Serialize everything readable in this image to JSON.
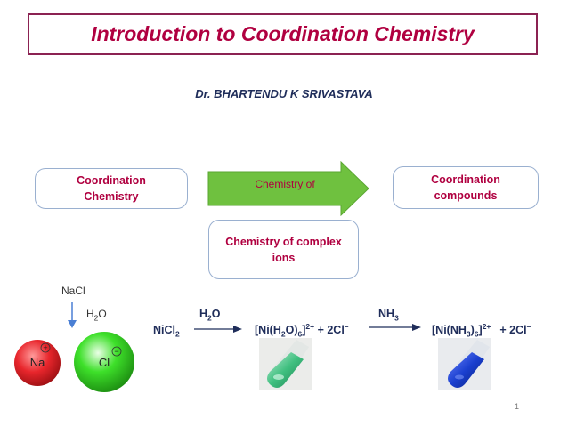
{
  "title": "Introduction to Coordination Chemistry",
  "author": "Dr. BHARTENDU K SRIVASTAVA",
  "boxes": {
    "left": [
      "Coordination",
      "Chemistry"
    ],
    "arrow": "Chemistry of",
    "right": [
      "Coordination",
      "compounds"
    ],
    "bottom": [
      "Chemistry of complex",
      "ions"
    ]
  },
  "nacl": {
    "label": "NaCl",
    "water_main": "H",
    "water_sub": "2",
    "water_end": "O",
    "na": "Na",
    "na_charge": "+",
    "cl": "Cl",
    "cl_charge": "−"
  },
  "equation": {
    "reactant_main": "NiCl",
    "reactant_sub": "2",
    "arrow1_main": "H",
    "arrow1_sub": "2",
    "arrow1_end": "O",
    "product1_a": "[Ni(H",
    "product1_sub1": "2",
    "product1_b": "O)",
    "product1_sub2": "6",
    "product1_c": "]",
    "product1_sup": "2+",
    "product1_d": " +  2Cl",
    "product1_sup2": "–",
    "arrow2_main": "NH",
    "arrow2_sub": "3",
    "product2_a": "[Ni(NH",
    "product2_sub1": "3",
    "product2_b": ")",
    "product2_sub2": "6",
    "product2_c": "]",
    "product2_sup": "2+",
    "product2_d": "+  2Cl",
    "product2_sup2": "–"
  },
  "colors": {
    "title": "#b00040",
    "arrow_fill": "#6fc13f",
    "na_sphere": "#e8262c",
    "cl_sphere": "#3ee02a",
    "green_solution": "#3fbf7f",
    "blue_solution": "#1a3fcf"
  },
  "page_number": "1"
}
